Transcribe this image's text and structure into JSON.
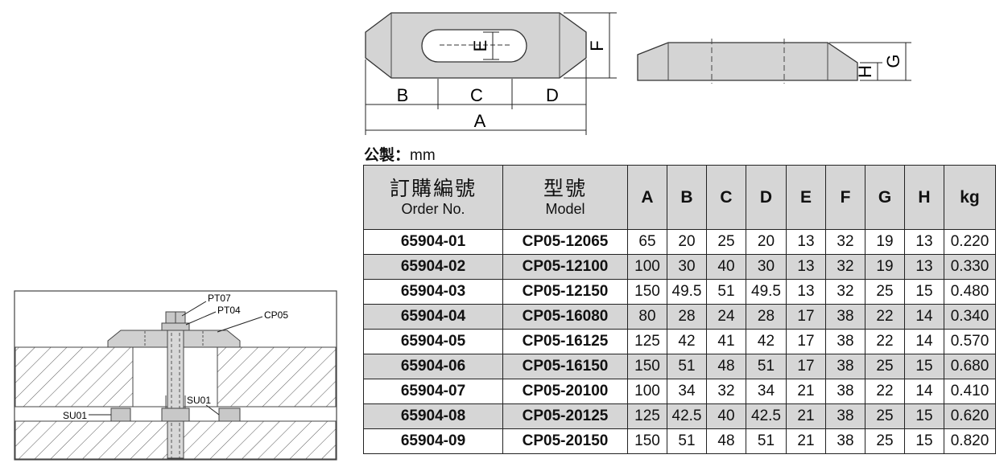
{
  "diagram_labels": {
    "A": "A",
    "B": "B",
    "C": "C",
    "D": "D",
    "E": "E",
    "F": "F",
    "G": "G",
    "H": "H"
  },
  "assembly_labels": {
    "pt07": "PT07",
    "pt04": "PT04",
    "cp05": "CP05",
    "su01_left": "SU01",
    "su01_right": "SU01"
  },
  "unit": {
    "prefix": "公製",
    "separator": "：",
    "value": "mm"
  },
  "table": {
    "headers": {
      "order_zh": "訂購編號",
      "order_en": "Order No.",
      "model_zh": "型號",
      "model_en": "Model",
      "cols": [
        "A",
        "B",
        "C",
        "D",
        "E",
        "F",
        "G",
        "H",
        "kg"
      ]
    },
    "rows": [
      {
        "order": "65904-01",
        "model": "CP05-12065",
        "vals": [
          "65",
          "20",
          "25",
          "20",
          "13",
          "32",
          "19",
          "13",
          "0.220"
        ]
      },
      {
        "order": "65904-02",
        "model": "CP05-12100",
        "vals": [
          "100",
          "30",
          "40",
          "30",
          "13",
          "32",
          "19",
          "13",
          "0.330"
        ]
      },
      {
        "order": "65904-03",
        "model": "CP05-12150",
        "vals": [
          "150",
          "49.5",
          "51",
          "49.5",
          "13",
          "32",
          "25",
          "15",
          "0.480"
        ]
      },
      {
        "order": "65904-04",
        "model": "CP05-16080",
        "vals": [
          "80",
          "28",
          "24",
          "28",
          "17",
          "38",
          "22",
          "14",
          "0.340"
        ]
      },
      {
        "order": "65904-05",
        "model": "CP05-16125",
        "vals": [
          "125",
          "42",
          "41",
          "42",
          "17",
          "38",
          "22",
          "14",
          "0.570"
        ]
      },
      {
        "order": "65904-06",
        "model": "CP05-16150",
        "vals": [
          "150",
          "51",
          "48",
          "51",
          "17",
          "38",
          "25",
          "15",
          "0.680"
        ]
      },
      {
        "order": "65904-07",
        "model": "CP05-20100",
        "vals": [
          "100",
          "34",
          "32",
          "34",
          "21",
          "38",
          "22",
          "14",
          "0.410"
        ]
      },
      {
        "order": "65904-08",
        "model": "CP05-20125",
        "vals": [
          "125",
          "42.5",
          "40",
          "42.5",
          "21",
          "38",
          "25",
          "15",
          "0.620"
        ]
      },
      {
        "order": "65904-09",
        "model": "CP05-20150",
        "vals": [
          "150",
          "51",
          "48",
          "51",
          "21",
          "38",
          "25",
          "15",
          "0.820"
        ]
      }
    ]
  }
}
